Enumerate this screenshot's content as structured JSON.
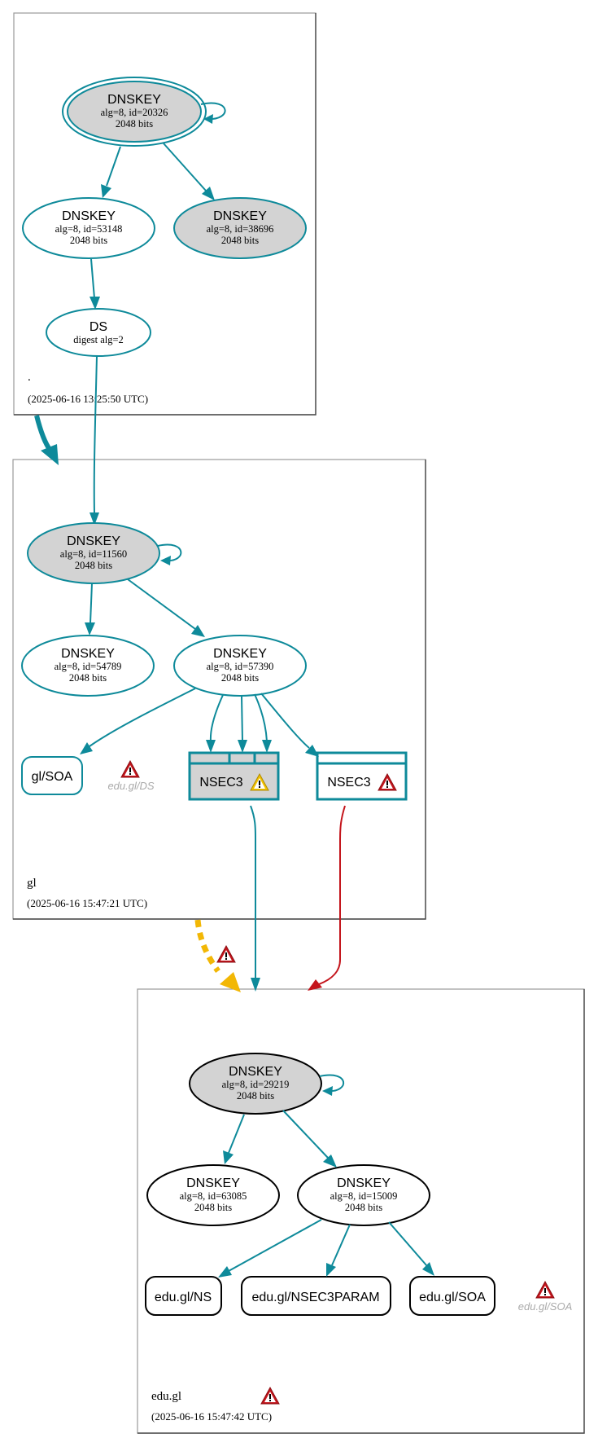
{
  "colors": {
    "teal": "#0e8a9a",
    "red": "#c4151c",
    "yellow": "#f2b705",
    "gray_fill": "#d3d3d3",
    "black": "#000000"
  },
  "zones": {
    "root": {
      "name": ".",
      "timestamp": "(2025-06-16 13:25:50 UTC)",
      "nodes": {
        "ksk": {
          "type": "DNSKEY",
          "detail": "alg=8, id=20326",
          "size": "2048 bits"
        },
        "zsk1": {
          "type": "DNSKEY",
          "detail": "alg=8, id=53148",
          "size": "2048 bits"
        },
        "zsk2": {
          "type": "DNSKEY",
          "detail": "alg=8, id=38696",
          "size": "2048 bits"
        },
        "ds": {
          "type": "DS",
          "detail": "digest alg=2"
        }
      }
    },
    "gl": {
      "name": "gl",
      "timestamp": "(2025-06-16 15:47:21 UTC)",
      "nodes": {
        "ksk": {
          "type": "DNSKEY",
          "detail": "alg=8, id=11560",
          "size": "2048 bits"
        },
        "zsk1": {
          "type": "DNSKEY",
          "detail": "alg=8, id=54789",
          "size": "2048 bits"
        },
        "zsk2": {
          "type": "DNSKEY",
          "detail": "alg=8, id=57390",
          "size": "2048 bits"
        },
        "soa": {
          "label": "gl/SOA"
        },
        "ghost_ds": {
          "label": "edu.gl/DS"
        },
        "nsec3_a": {
          "label": "NSEC3"
        },
        "nsec3_b": {
          "label": "NSEC3"
        }
      }
    },
    "edu_gl": {
      "name": "edu.gl",
      "timestamp": "(2025-06-16 15:47:42 UTC)",
      "nodes": {
        "ksk": {
          "type": "DNSKEY",
          "detail": "alg=8, id=29219",
          "size": "2048 bits"
        },
        "zsk1": {
          "type": "DNSKEY",
          "detail": "alg=8, id=63085",
          "size": "2048 bits"
        },
        "zsk2": {
          "type": "DNSKEY",
          "detail": "alg=8, id=15009",
          "size": "2048 bits"
        },
        "ns": {
          "label": "edu.gl/NS"
        },
        "nsec3param": {
          "label": "edu.gl/NSEC3PARAM"
        },
        "soa": {
          "label": "edu.gl/SOA"
        },
        "ghost_soa": {
          "label": "edu.gl/SOA"
        }
      }
    }
  }
}
